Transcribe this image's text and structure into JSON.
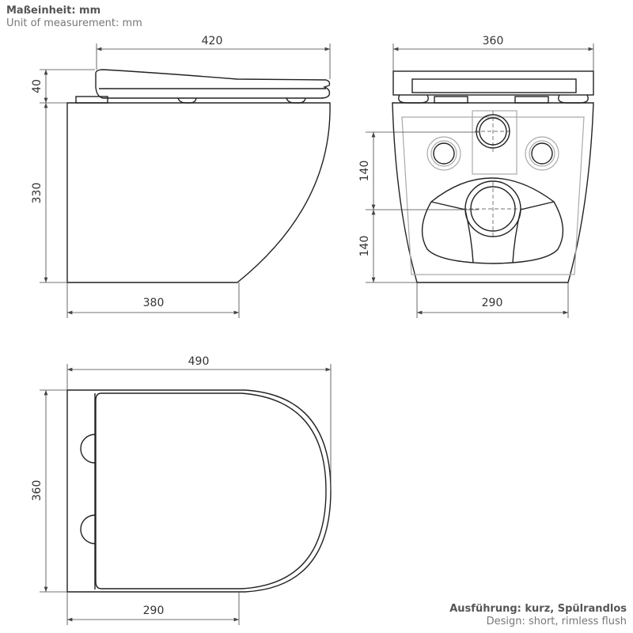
{
  "header": {
    "unit_de": "Maßeinheit: mm",
    "unit_en": "Unit of measurement: mm"
  },
  "footer": {
    "design_de": "Ausführung: kurz, Spülrandlos",
    "design_en": "Design: short, rimless flush"
  },
  "side_view": {
    "seat_length": "420",
    "seat_height": "40",
    "body_height": "330",
    "base_length": "380"
  },
  "front_view": {
    "width": "360",
    "upper_spacing": "140",
    "lower_spacing": "140",
    "base_width": "290"
  },
  "top_view": {
    "length": "490",
    "width": "360",
    "base_length": "290"
  }
}
